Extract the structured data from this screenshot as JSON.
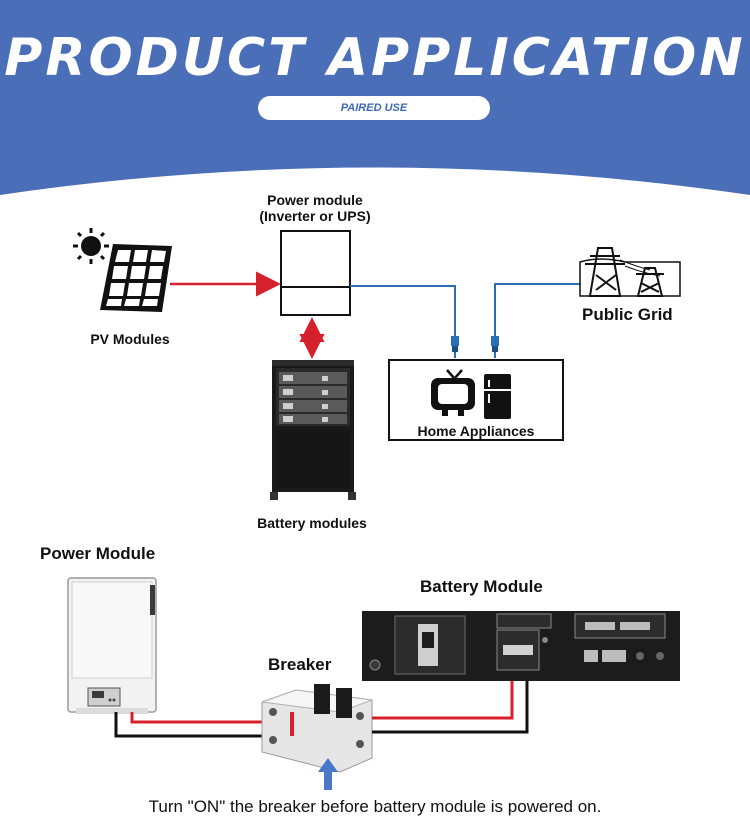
{
  "header": {
    "title": "PRODUCT APPLICATION",
    "subtitle": "PAIRED USE"
  },
  "diagram": {
    "power_module_label_line1": "Power module",
    "power_module_label_line2": "(Inverter or UPS)",
    "pv_label": "PV Modules",
    "grid_label": "Public Grid",
    "appliances_label": "Home Appliances",
    "battery_modules_label": "Battery modules"
  },
  "wiring": {
    "power_module_title": "Power Module",
    "battery_module_title": "Battery Module",
    "breaker_title": "Breaker",
    "instruction": "Turn \"ON\" the breaker before battery module is powered on."
  },
  "colors": {
    "header_blue": "#4a6fb8",
    "dc_line_red": "#d6212c",
    "ac_line_blue": "#2a6fb5",
    "arrow_blue": "#4a78c8"
  }
}
